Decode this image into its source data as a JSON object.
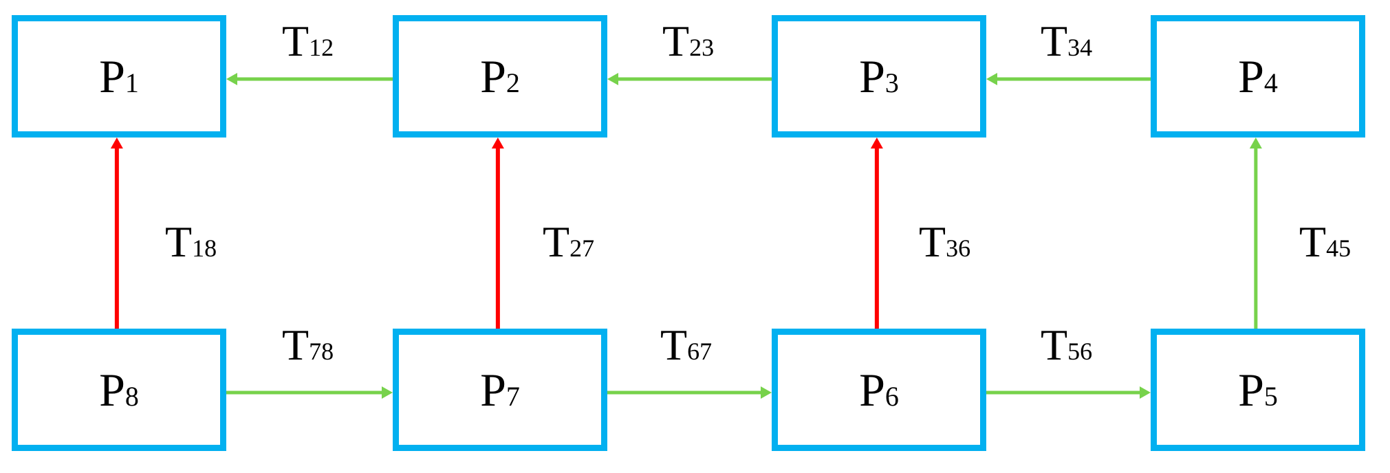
{
  "colors": {
    "node_border": "#02b0f0",
    "arrow_green": "#77d24b",
    "arrow_red": "#ff0000"
  },
  "nodes": [
    {
      "id": "P1",
      "letter": "P",
      "sub": "1"
    },
    {
      "id": "P2",
      "letter": "P",
      "sub": "2"
    },
    {
      "id": "P3",
      "letter": "P",
      "sub": "3"
    },
    {
      "id": "P4",
      "letter": "P",
      "sub": "4"
    },
    {
      "id": "P5",
      "letter": "P",
      "sub": "5"
    },
    {
      "id": "P6",
      "letter": "P",
      "sub": "6"
    },
    {
      "id": "P7",
      "letter": "P",
      "sub": "7"
    },
    {
      "id": "P8",
      "letter": "P",
      "sub": "8"
    }
  ],
  "edges": [
    {
      "id": "T12",
      "letter": "T",
      "sub": "12",
      "from": "P2",
      "to": "P1",
      "color": "green"
    },
    {
      "id": "T23",
      "letter": "T",
      "sub": "23",
      "from": "P3",
      "to": "P2",
      "color": "green"
    },
    {
      "id": "T34",
      "letter": "T",
      "sub": "34",
      "from": "P4",
      "to": "P3",
      "color": "green"
    },
    {
      "id": "T18",
      "letter": "T",
      "sub": "18",
      "from": "P8",
      "to": "P1",
      "color": "red"
    },
    {
      "id": "T27",
      "letter": "T",
      "sub": "27",
      "from": "P7",
      "to": "P2",
      "color": "red"
    },
    {
      "id": "T36",
      "letter": "T",
      "sub": "36",
      "from": "P6",
      "to": "P3",
      "color": "red"
    },
    {
      "id": "T45",
      "letter": "T",
      "sub": "45",
      "from": "P5",
      "to": "P4",
      "color": "green"
    },
    {
      "id": "T78",
      "letter": "T",
      "sub": "78",
      "from": "P8",
      "to": "P7",
      "color": "green"
    },
    {
      "id": "T67",
      "letter": "T",
      "sub": "67",
      "from": "P7",
      "to": "P6",
      "color": "green"
    },
    {
      "id": "T56",
      "letter": "T",
      "sub": "56",
      "from": "P6",
      "to": "P5",
      "color": "green"
    }
  ]
}
